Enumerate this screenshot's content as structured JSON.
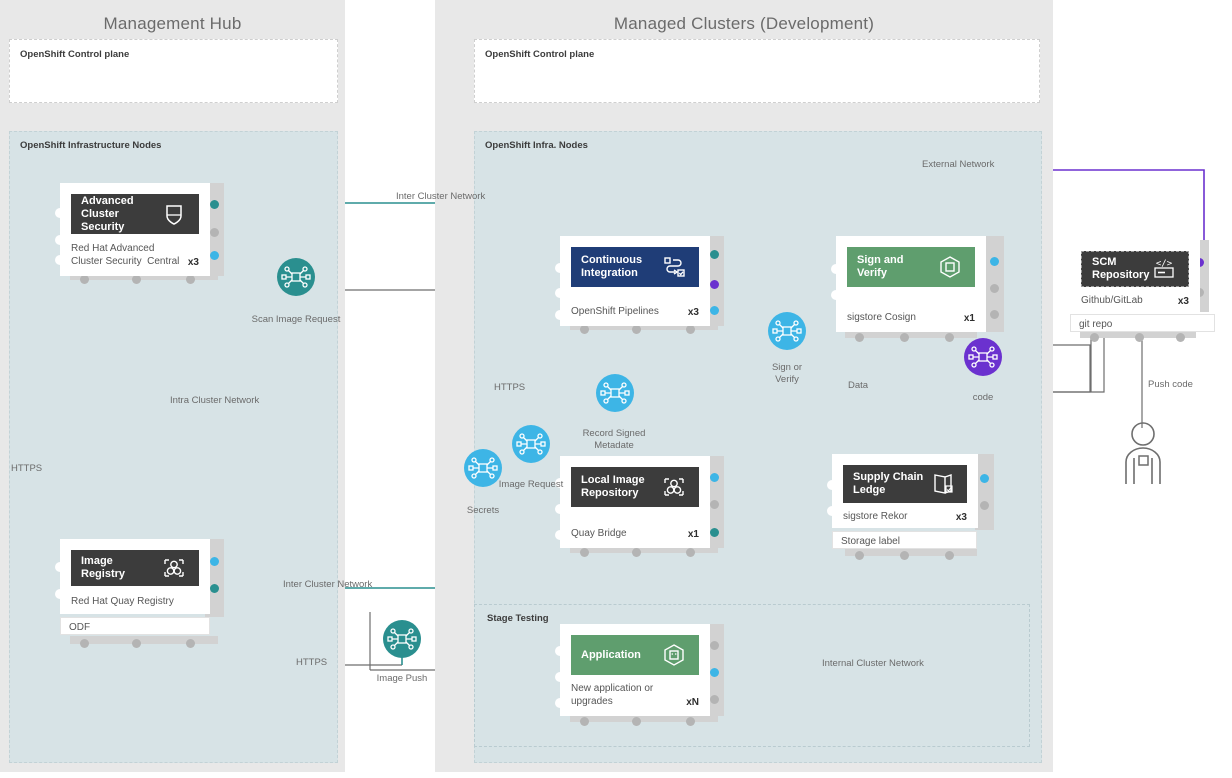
{
  "zones": [
    {
      "id": "management-hub",
      "title": "Management Hub",
      "control_plane_label": "OpenShift Control plane",
      "infra_label": "OpenShift Infrastructure Nodes"
    },
    {
      "id": "managed-clusters",
      "title": "Managed Clusters (Development)",
      "control_plane_label": "OpenShift Control plane",
      "infra_label": "OpenShift Infra. Nodes",
      "stage_label": "Stage Testing"
    }
  ],
  "nodes": [
    {
      "id": "advanced-cluster-security",
      "title": "Advanced\nCluster Security",
      "icon": "shield-icon",
      "header_style": "dark",
      "footer": "Red Hat Advanced\nCluster Security  Central",
      "mult": "x3",
      "sub": null
    },
    {
      "id": "image-registry",
      "title": "Image Registry",
      "icon": "registry-icon",
      "header_style": "dark",
      "footer": "Red Hat Quay Registry",
      "mult": "",
      "sub": "ODF"
    },
    {
      "id": "continuous-integration",
      "title": "Continuous\nIntegration",
      "icon": "pipeline-icon",
      "header_style": "navy",
      "footer": "OpenShift Pipelines",
      "mult": "x3",
      "sub": null
    },
    {
      "id": "sign-and-verify",
      "title": "Sign and Verify",
      "icon": "hexagon-icon",
      "header_style": "green",
      "footer": "sigstore Cosign",
      "mult": "x1",
      "sub": null
    },
    {
      "id": "scm-repository",
      "title": "SCM Repository",
      "icon": "code-icon",
      "header_style": "dark-dashed",
      "footer": "Github/GitLab",
      "mult": "x3",
      "sub": "git repo"
    },
    {
      "id": "local-image-repository",
      "title": "Local Image\nRepository",
      "icon": "registry-icon",
      "header_style": "dark",
      "footer": "Quay Bridge",
      "mult": "x1",
      "sub": null
    },
    {
      "id": "supply-chain-ledge",
      "title": "Supply Chain\nLedge",
      "icon": "ledger-icon",
      "header_style": "dark",
      "footer": "sigstore Rekor",
      "mult": "x3",
      "sub": "Storage label"
    },
    {
      "id": "application",
      "title": "Application",
      "icon": "hexagon-box-icon",
      "header_style": "green",
      "footer": "New application or\nupgrades",
      "mult": "xN",
      "sub": null
    }
  ],
  "net_icons": [
    {
      "id": "scan-image-request",
      "label": "Scan Image Request",
      "color": "teal"
    },
    {
      "id": "sign-or-verify",
      "label": "Sign or\nVerify",
      "color": "blue"
    },
    {
      "id": "record-signed-metadate",
      "label": "Record Signed\nMetadate",
      "color": "blue"
    },
    {
      "id": "image-request",
      "label": "Image Request",
      "color": "blue"
    },
    {
      "id": "secrets",
      "label": "Secrets",
      "color": "blue"
    },
    {
      "id": "image-push",
      "label": "Image Push",
      "color": "teal"
    },
    {
      "id": "code",
      "label": "code",
      "color": "purple"
    }
  ],
  "edge_labels": [
    {
      "id": "inter-cluster-network-top",
      "text": "Inter Cluster Network"
    },
    {
      "id": "external-network",
      "text": "External Network"
    },
    {
      "id": "intra-cluster-network",
      "text": "Intra Cluster Network"
    },
    {
      "id": "https-left",
      "text": "HTTPS"
    },
    {
      "id": "https-center",
      "text": "HTTPS"
    },
    {
      "id": "https-bottom",
      "text": "HTTPS"
    },
    {
      "id": "inter-cluster-network-bottom",
      "text": "Inter Cluster Network"
    },
    {
      "id": "internal-cluster-network",
      "text": "Internal  Cluster Network"
    },
    {
      "id": "data",
      "text": "Data"
    },
    {
      "id": "push-code",
      "text": "Push code"
    }
  ],
  "actor": {
    "id": "developer-actor",
    "label": ""
  },
  "colors": {
    "panel_gray": "#e8e8e8",
    "infra_blue": "#d7e3e6",
    "dark_header": "#3c3c3c",
    "navy": "#1f3d77",
    "green": "#5f9e6e",
    "teal": "#2a8f8f",
    "blue": "#3db5e6",
    "purple": "#6b31cf",
    "wire_gray": "#6e6e6e"
  }
}
